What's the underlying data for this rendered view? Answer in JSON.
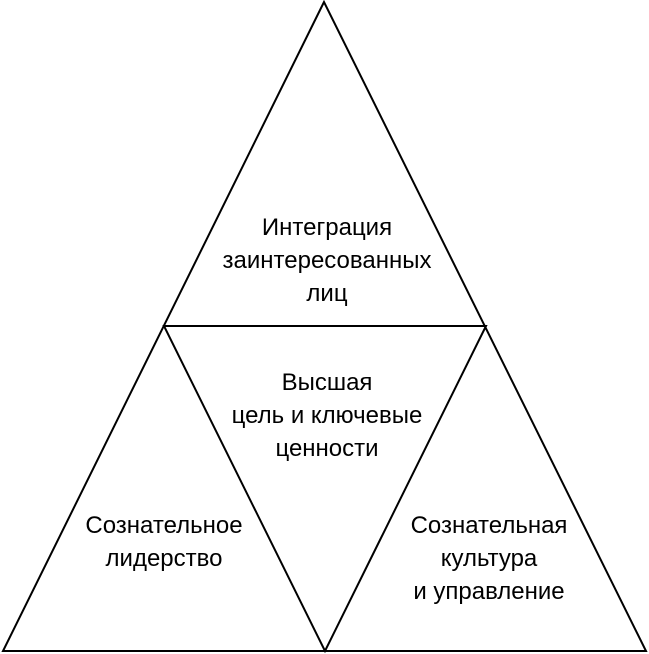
{
  "diagram": {
    "line_color": "#000000",
    "background": "#ffffff",
    "segments": {
      "top": {
        "lines": [
          "Интеграция",
          "заинтересованных",
          "лиц"
        ]
      },
      "center": {
        "lines": [
          "Высшая",
          "цель и ключевые",
          "ценности"
        ]
      },
      "left": {
        "lines": [
          "Сознательное",
          "лидерство"
        ]
      },
      "right": {
        "lines": [
          "Сознательная",
          "культура",
          "и управление"
        ]
      }
    }
  }
}
